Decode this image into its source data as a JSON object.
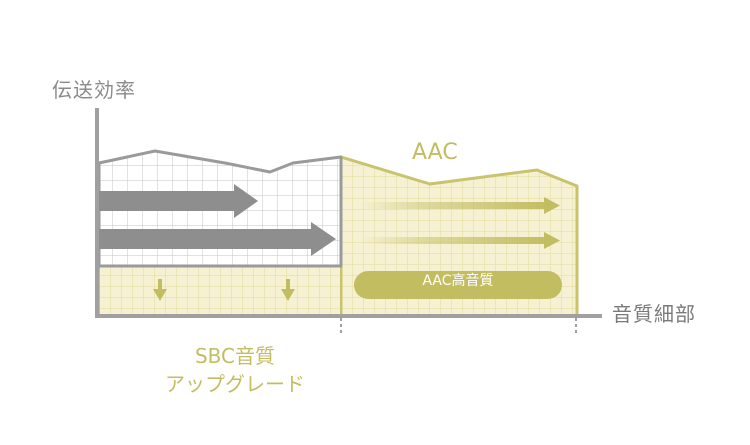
{
  "labels": {
    "y_axis": "伝送効率",
    "x_axis": "音質細部",
    "aac_title": "AAC",
    "aac_pill": "AAC高音質",
    "sbc_line1": "SBC音質",
    "sbc_line2": "アップグレード"
  },
  "colors": {
    "axis": "#a0a0a0",
    "sbc_outline": "#9a9a9a",
    "sbc_grid": "#c4c4c4",
    "sbc_arrow": "#8e8e8e",
    "aac_outline": "#c9c36e",
    "aac_fill": "#f5f0cf",
    "aac_grid": "#e3db9a",
    "aac_pill": "#c3bd62",
    "down_arrow": "#c3bd62"
  }
}
